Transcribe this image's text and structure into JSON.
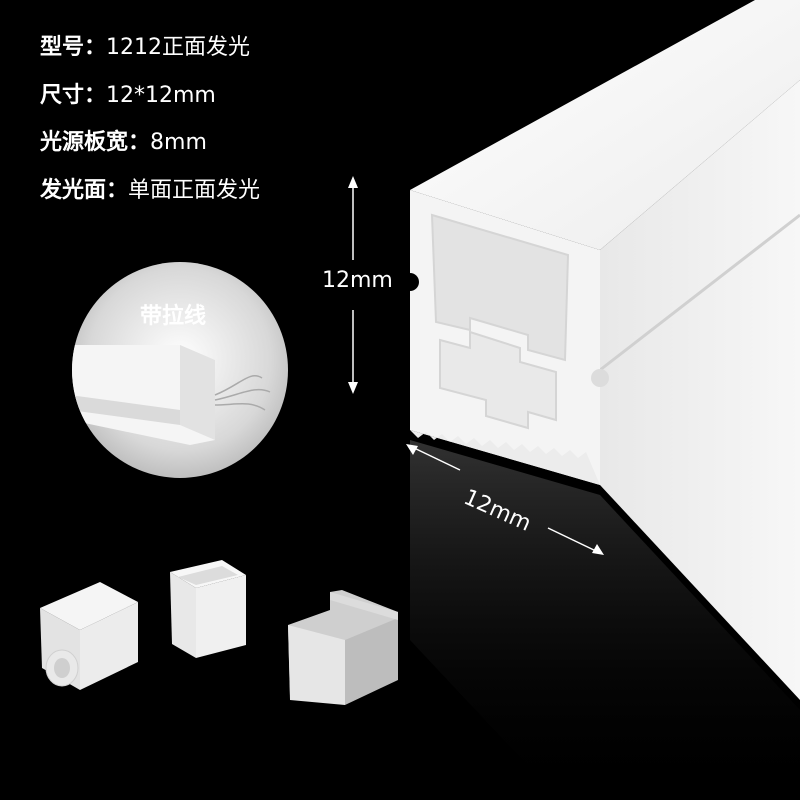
{
  "specs": [
    {
      "key": "型号：",
      "value": "1212正面发光"
    },
    {
      "key": "尺寸：",
      "value": "12*12mm"
    },
    {
      "key": "光源板宽：",
      "value": "8mm"
    },
    {
      "key": "发光面：",
      "value": "单面正面发光"
    }
  ],
  "dimensions": {
    "height_label": "12mm",
    "width_label": "12mm"
  },
  "inset": {
    "label": "带拉线"
  },
  "colors": {
    "background": "#000000",
    "product": "#f2f2f2",
    "text": "#ffffff"
  }
}
